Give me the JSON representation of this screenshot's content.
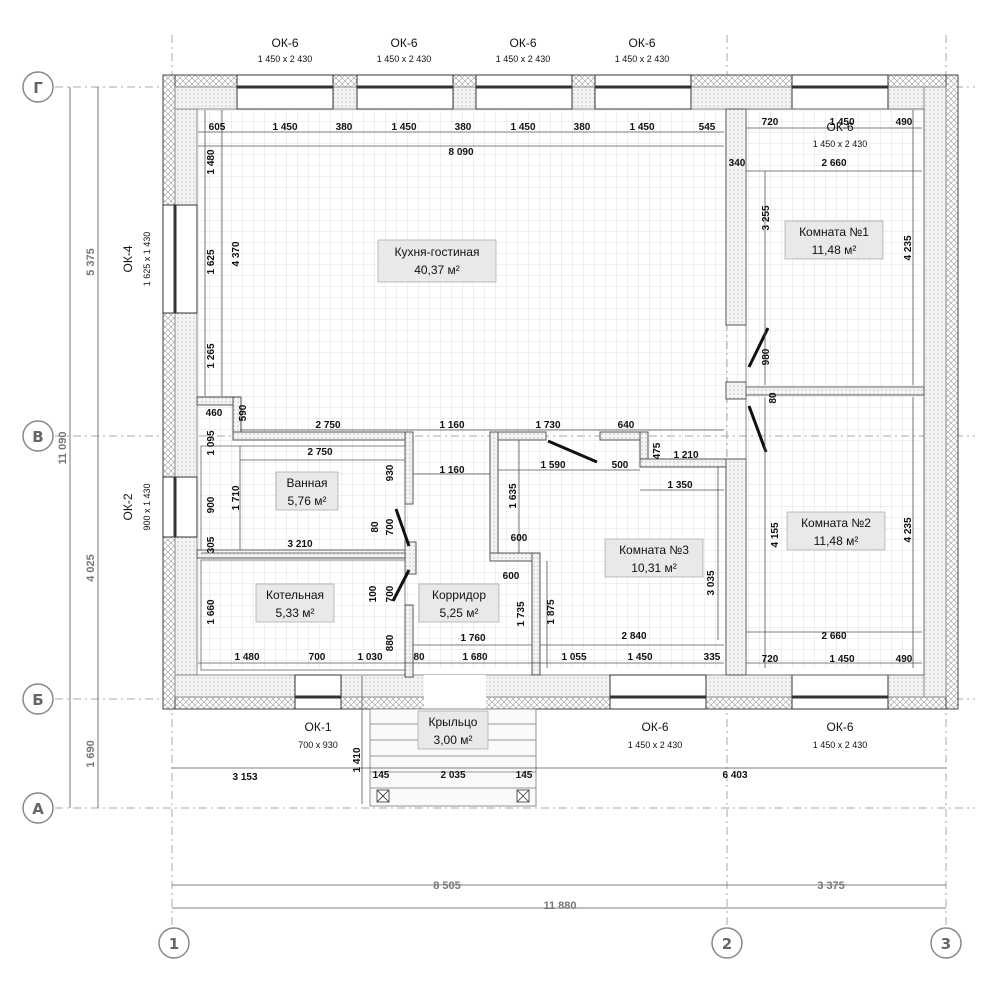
{
  "windows": [
    {
      "id": "top1",
      "name": "ОК-6",
      "size": "1 450 x 2 430"
    },
    {
      "id": "top2",
      "name": "ОК-6",
      "size": "1 450 x 2 430"
    },
    {
      "id": "top3",
      "name": "ОК-6",
      "size": "1 450 x 2 430"
    },
    {
      "id": "top4",
      "name": "ОК-6",
      "size": "1 450 x 2 430"
    },
    {
      "id": "topr",
      "name": "ОК-6",
      "size": "1 450 x 2 430"
    },
    {
      "id": "left1",
      "name": "ОК-4",
      "size": "1 625 x 1 430"
    },
    {
      "id": "left2",
      "name": "ОК-2",
      "size": "900 x 1 430"
    },
    {
      "id": "bot1",
      "name": "ОК-1",
      "size": "700 x 930"
    },
    {
      "id": "bot2",
      "name": "ОК-6",
      "size": "1 450 x 2 430"
    },
    {
      "id": "bot3",
      "name": "ОК-6",
      "size": "1 450 x 2 430"
    }
  ],
  "rooms": [
    {
      "id": "kitchen",
      "name": "Кухня-гостиная",
      "area": "40,37 м²"
    },
    {
      "id": "room1",
      "name": "Комната №1",
      "area": "11,48 м²"
    },
    {
      "id": "room2",
      "name": "Комната №2",
      "area": "11,48 м²"
    },
    {
      "id": "room3",
      "name": "Комната №3",
      "area": "10,31 м²"
    },
    {
      "id": "bath",
      "name": "Ванная",
      "area": "5,76 м²"
    },
    {
      "id": "boiler",
      "name": "Котельная",
      "area": "5,33 м²"
    },
    {
      "id": "corridor",
      "name": "Корридор",
      "area": "5,25 м²"
    },
    {
      "id": "porch",
      "name": "Крыльцо",
      "area": "3,00 м²"
    }
  ],
  "axes": {
    "top": "Г",
    "b": "В",
    "v": "Б",
    "a": "А",
    "n1": "1",
    "n2": "2",
    "n3": "3"
  },
  "dims": {
    "d605": "605",
    "d1450a": "1 450",
    "d380a": "380",
    "d1450b": "1 450",
    "d380b": "380",
    "d1450c": "1 450",
    "d380c": "380",
    "d1450d": "1 450",
    "d545": "545",
    "d720t": "720",
    "d1450rt": "1 450",
    "d490t": "490",
    "d8090": "8 090",
    "d340": "340",
    "d2660t": "2 660",
    "d1480": "1 480",
    "d1625": "1 625",
    "d4370": "4 370",
    "d1265": "1 265",
    "d3255": "3 255",
    "d4235t": "4 235",
    "d980": "980",
    "d80r": "80",
    "d460": "460",
    "d590": "590",
    "d2750a": "2 750",
    "d1160a": "1 160",
    "d1730": "1 730",
    "d640": "640",
    "d1095": "1 095",
    "d2750b": "2 750",
    "d475": "475",
    "d1210": "1 210",
    "d1590": "1 590",
    "d500": "500",
    "d930": "930",
    "d1160b": "1 160",
    "d1350": "1 350",
    "d900": "900",
    "d1710": "1 710",
    "d1635": "1 635",
    "d4155": "4 155",
    "d4235b": "4 235",
    "d80c": "80",
    "d700a": "700",
    "d3210": "3 210",
    "d305": "305",
    "d600a": "600",
    "d600b": "600",
    "d100": "100",
    "d700b": "700",
    "d3035": "3 035",
    "d1660": "1 660",
    "d1735": "1 735",
    "d1875": "1 875",
    "d880": "880",
    "d1760": "1 760",
    "d2840": "2 840",
    "d2660b": "2 660",
    "d1480b": "1 480",
    "d700c": "700",
    "d1030": "1 030",
    "d80b": "80",
    "d1680": "1 680",
    "d1055": "1 055",
    "d1450e": "1 450",
    "d335": "335",
    "d720b": "720",
    "d1450f": "1 450",
    "d490b": "490",
    "d1410": "1 410",
    "d3153": "3 153",
    "d145a": "145",
    "d2035": "2 035",
    "d145b": "145",
    "d6403": "6 403",
    "d5375": "5 375",
    "d11090": "11 090",
    "d4025": "4 025",
    "d1690": "1 690",
    "d8505": "8 505",
    "d3375": "3 375",
    "d11880": "11 880"
  }
}
